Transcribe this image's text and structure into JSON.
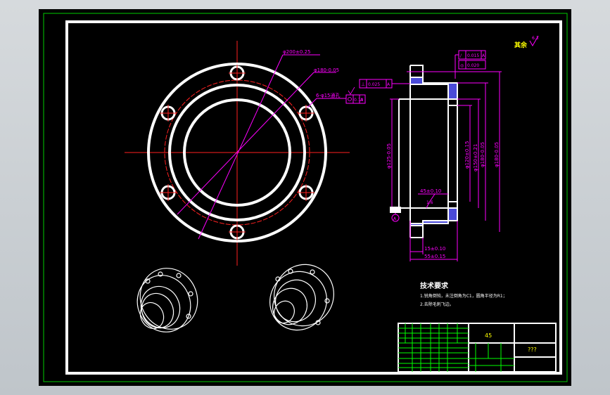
{
  "colors": {
    "background": "#000000",
    "outer_frame": "#00cc00",
    "sheet_border": "#ffffff",
    "geometry": "#ffffff",
    "center_lines": "#ff2020",
    "dimensions": "#ff00ff",
    "table": "#00ff00",
    "section_hatch": "#4a4ad8",
    "note_text": "#ffff00"
  },
  "front_view": {
    "dim_outer": "φ200±0.25",
    "dim_pcd": "φ180-0.05",
    "dim_holes": "6-φ15通孔",
    "gdt_position": "0.10",
    "gdt_datum": "A"
  },
  "roughness_note": {
    "label": "其余",
    "value": "6.3"
  },
  "section_view": {
    "gdt_top_1_value": "0.015",
    "gdt_top_1_datum": "A",
    "gdt_top_2_value": "0.020",
    "gdt_left_value": "0.025",
    "gdt_left_datum": "A",
    "dim_left_bore": "φ125-0.05",
    "dim_inner_1": "φ120±0.15",
    "dim_inner_2": "φ150±0.21",
    "dim_outer": "φ180-0.05",
    "dim_step": "45±0.10",
    "roughness": "1.6",
    "datum_label": "A",
    "dim_bottom_1": "15±0.10",
    "dim_bottom_2": "55±0.15"
  },
  "tech_requirements": {
    "title": "技术要求",
    "line1": "1.锐角倒钝，未注倒角为C1，圆角半径为R1；",
    "line2": "2.去除毛刺飞边。"
  },
  "title_block": {
    "material": "45",
    "name": "???"
  }
}
